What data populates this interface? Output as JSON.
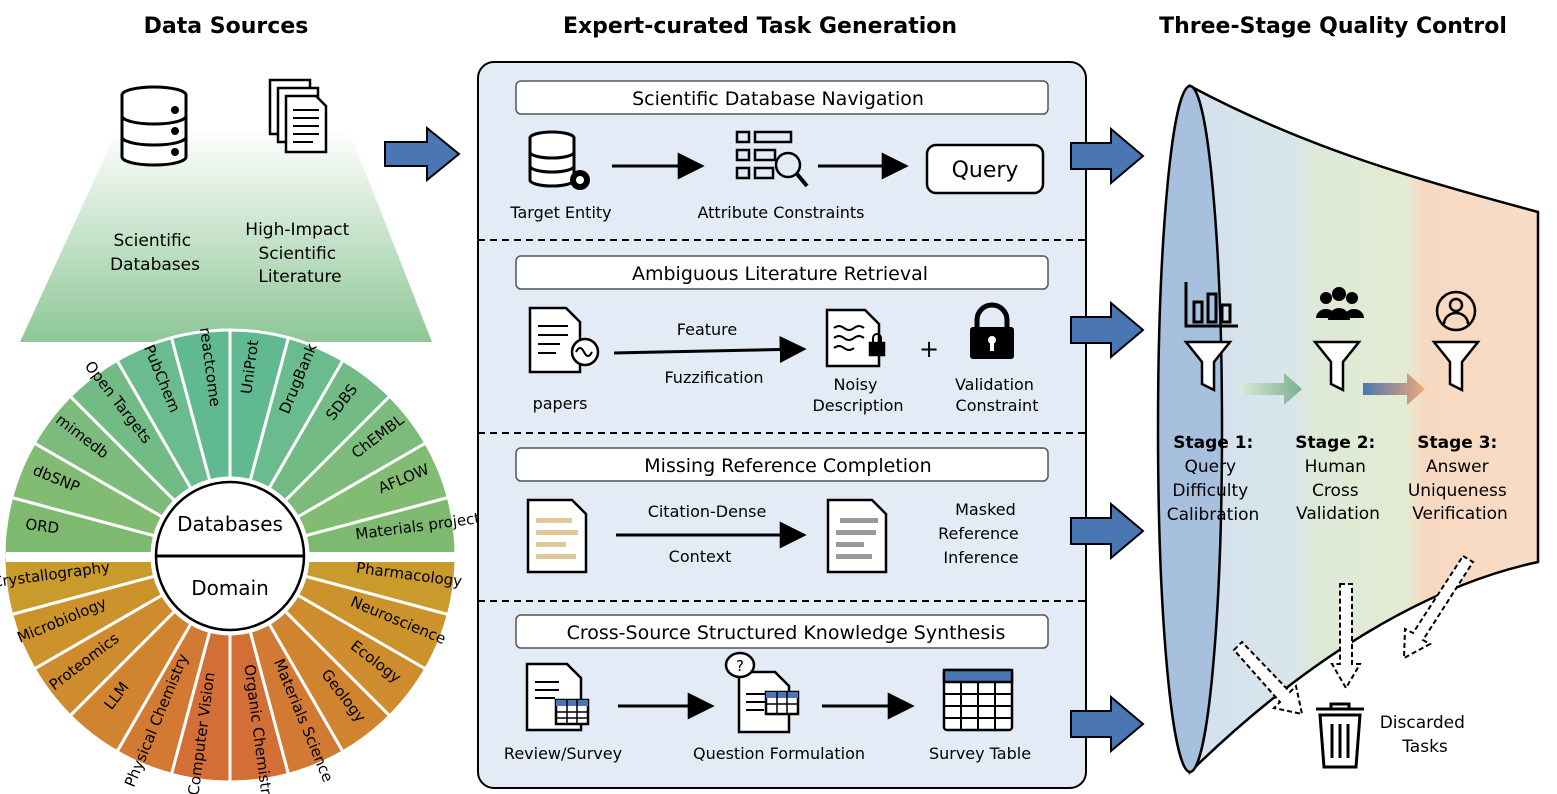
{
  "headers": {
    "data_sources": "Data Sources",
    "task_generation": "Expert-curated Task Generation",
    "quality_control": "Three-Stage Quality Control"
  },
  "sources": {
    "scientific_databases": [
      "Scientific",
      "Databases"
    ],
    "literature": [
      "High-Impact",
      "Scientific",
      "Literature"
    ]
  },
  "wheel": {
    "databases_label": "Databases",
    "domain_label": "Domain",
    "databases": [
      "ORD",
      "dbSNP",
      "mimedb",
      "Open Targets",
      "PubChem",
      "reactcome",
      "UniProt",
      "DrugBank",
      "SDBS",
      "ChEMBL",
      "AFLOW",
      "Materials project"
    ],
    "domains": [
      "Crystallography",
      "Microbiology",
      "Proteomics",
      "LLM",
      "Physical Chemistry",
      "Computer Vision",
      "Organic Chemistry",
      "Materials Science",
      "Geology",
      "Ecology",
      "Neuroscience",
      "Pharmacology"
    ]
  },
  "tasks": {
    "navigation": {
      "title": "Scientific Database Navigation",
      "target_entity": "Target Entity",
      "attribute_constraints": "Attribute Constraints",
      "query": "Query"
    },
    "ambiguous": {
      "title": "Ambiguous Literature Retrieval",
      "papers": "papers",
      "feature": "Feature",
      "fuzzification": "Fuzzification",
      "noisy": [
        "Noisy",
        "Description"
      ],
      "plus": "+",
      "validation": [
        "Validation",
        "Constraint"
      ]
    },
    "missing": {
      "title": "Missing Reference Completion",
      "citation": "Citation-Dense",
      "context": "Context",
      "masked": [
        "Masked",
        "Reference",
        "Inference"
      ]
    },
    "synthesis": {
      "title": "Cross-Source Structured Knowledge Synthesis",
      "review": "Review/Survey",
      "question": "Question Formulation",
      "survey_table": "Survey Table"
    }
  },
  "stages": {
    "stage1": [
      "Stage 1:",
      "Query",
      "Difficulty",
      "Calibration"
    ],
    "stage2": [
      "Stage 2:",
      "Human",
      "Cross",
      "Validation"
    ],
    "stage3": [
      "Stage 3:",
      "Answer",
      "Uniqueness",
      "Verification"
    ],
    "discarded": [
      "Discarded",
      "Tasks"
    ]
  },
  "colors": {
    "panel_bg": "#e3ebf6",
    "arrow_blue": "#4a77b4",
    "db_green": "#6cbb82",
    "domain_orange": "#d8892e",
    "stage1": "#a7c1df",
    "stage2": "#dbe8d4",
    "stage3": "#f8d8c0"
  }
}
